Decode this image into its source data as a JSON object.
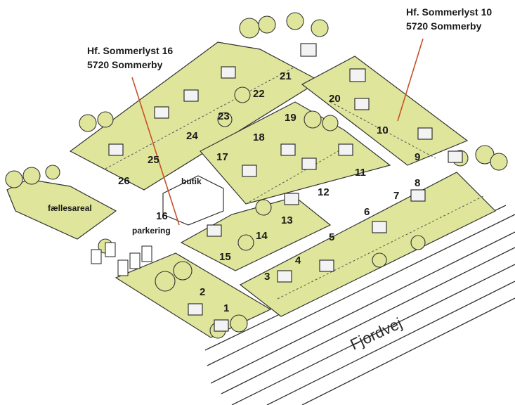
{
  "callouts": [
    {
      "line1": "Hf. Sommerlyst 16",
      "line2": "5720 Sommerby"
    },
    {
      "line1": "Hf. Sommerlyst 10",
      "line2": "5720 Sommerby"
    }
  ],
  "areas": {
    "common": "fællesareal",
    "parking": "parkering",
    "shop": "butik"
  },
  "road": "Fjordvej",
  "plots": [
    "1",
    "2",
    "3",
    "4",
    "5",
    "6",
    "7",
    "8",
    "9",
    "10",
    "11",
    "12",
    "13",
    "14",
    "15",
    "16",
    "17",
    "18",
    "19",
    "20",
    "21",
    "22",
    "23",
    "24",
    "25",
    "26"
  ],
  "colors": {
    "lawn": "#dfe59a",
    "leader": "#c8502a",
    "ink": "#1a1a1a"
  }
}
